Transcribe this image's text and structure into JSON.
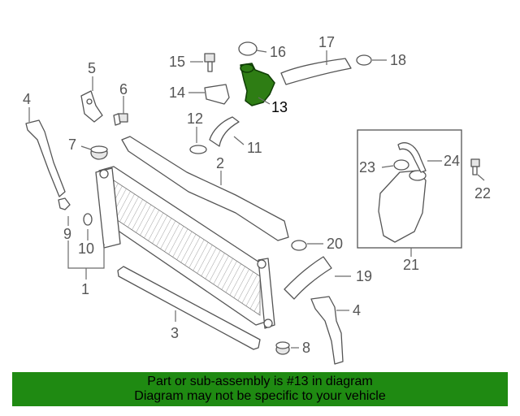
{
  "diagram": {
    "highlight_color": "#1f8a12",
    "highlighted_part": "13",
    "callouts": {
      "c2": "2",
      "c3": "3",
      "c4a": "4",
      "c4b": "4",
      "c5": "5",
      "c6": "6",
      "c7": "7",
      "c8": "8",
      "c9": "9",
      "c10": "10",
      "c1": "1",
      "c11": "11",
      "c12": "12",
      "c13": "13",
      "c14": "14",
      "c15": "15",
      "c16": "16",
      "c17": "17",
      "c18": "18",
      "c19": "19",
      "c20": "20",
      "c21": "21",
      "c22": "22",
      "c23": "23",
      "c24": "24"
    }
  },
  "banner": {
    "line1": "Part or sub-assembly is #13 in diagram",
    "line2": "Diagram may not be specific to your vehicle"
  }
}
